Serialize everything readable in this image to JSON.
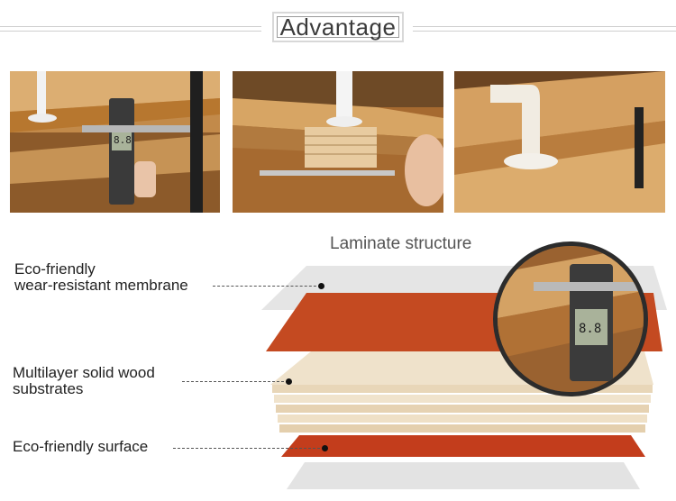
{
  "header": {
    "title": "Advantage"
  },
  "photos": [
    {
      "name": "caliper-measuring-board-edge"
    },
    {
      "name": "board-cross-section-closeup"
    },
    {
      "name": "white-connector-on-shelf"
    }
  ],
  "laminate": {
    "title": "Laminate structure",
    "labels": {
      "membrane_line1": "Eco-friendly",
      "membrane_line2": "wear-resistant membrane",
      "substrate_line1": "Multilayer solid wood",
      "substrate_line2": "substrates",
      "surface": "Eco-friendly surface"
    }
  },
  "colors": {
    "wood_light": "#d9b07a",
    "wood_dark": "#a86d34",
    "red_layer": "#c8481f",
    "membrane": "#e6e6e6",
    "beige_layer": "#efe1c9"
  }
}
